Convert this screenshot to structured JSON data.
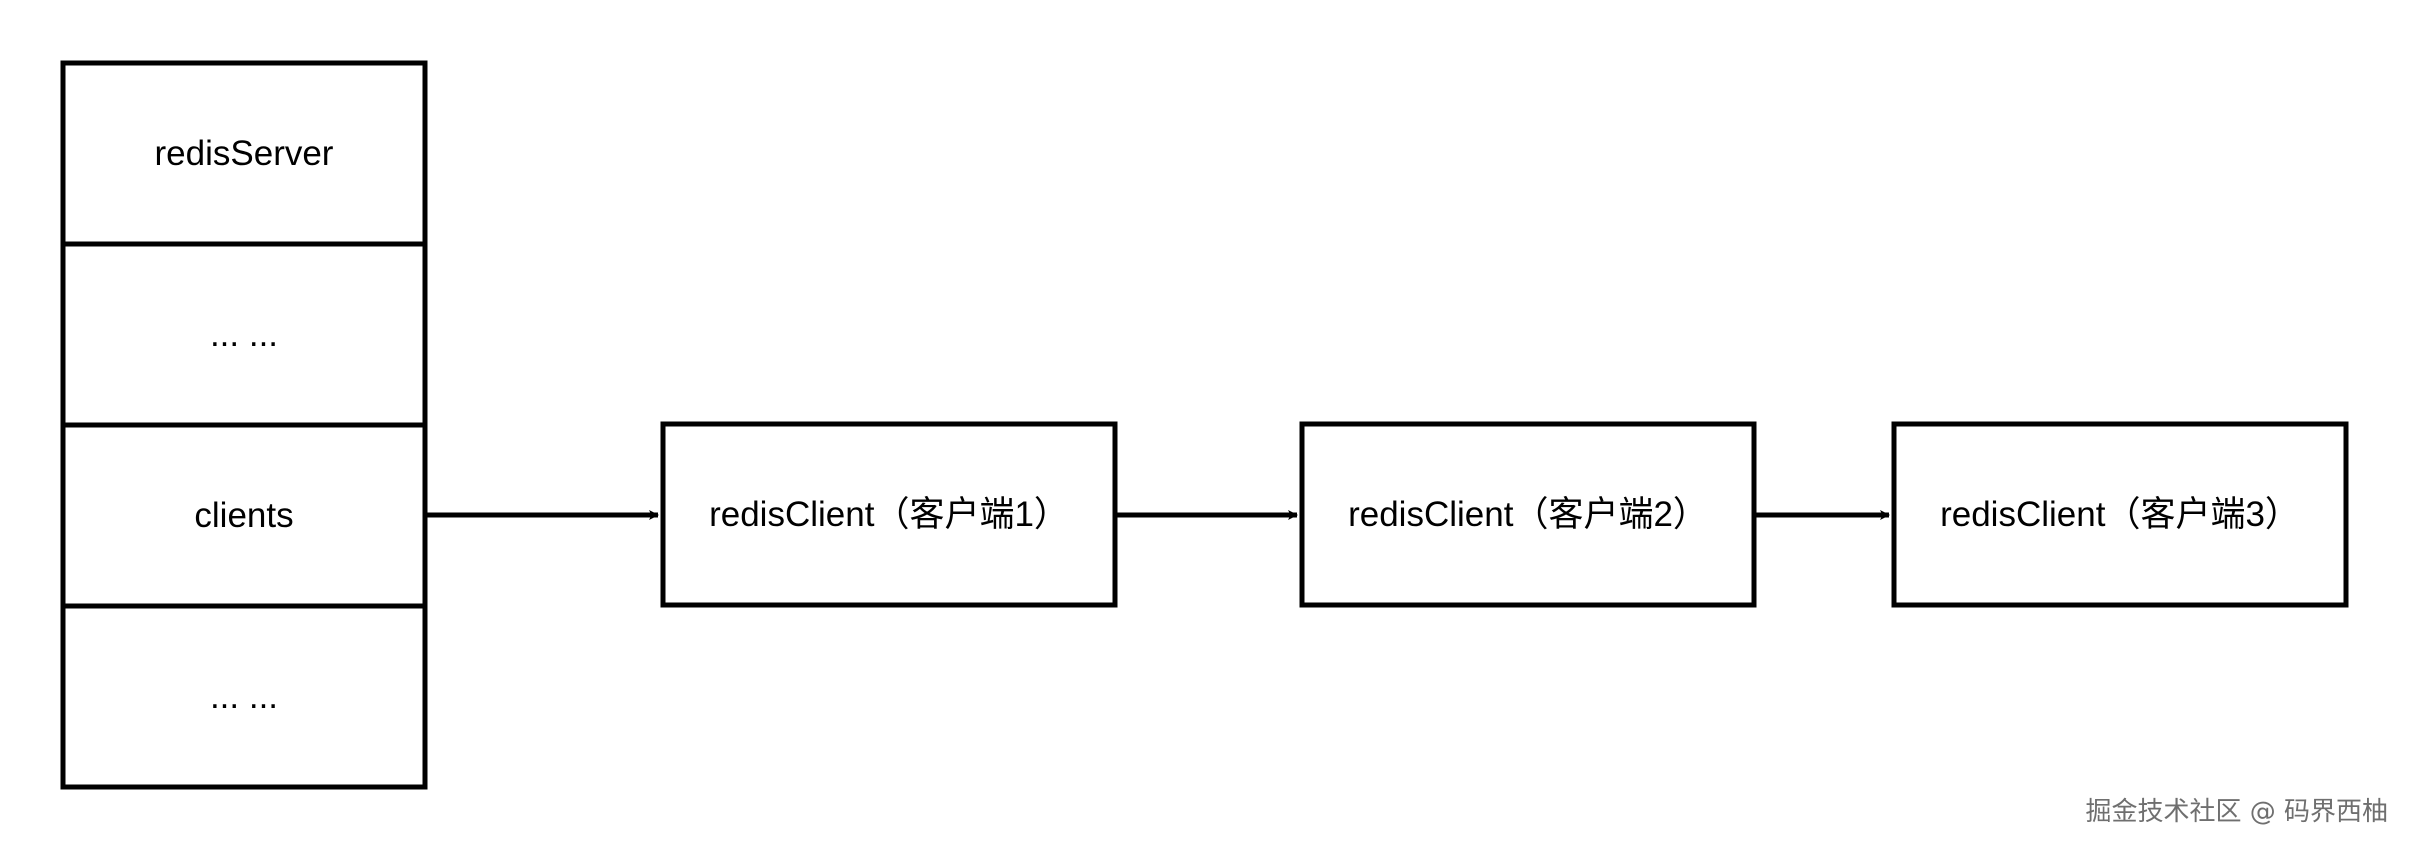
{
  "server_stack": {
    "cells": [
      {
        "label": "redisServer"
      },
      {
        "label": "... ..."
      },
      {
        "label": "clients"
      },
      {
        "label": "... ..."
      }
    ]
  },
  "client_list": {
    "nodes": [
      {
        "label": "redisClient（客户端1）"
      },
      {
        "label": "redisClient（客户端2）"
      },
      {
        "label": "redisClient（客户端3）"
      }
    ]
  },
  "watermark": "掘金技术社区 @ 码界西柚",
  "colors": {
    "stroke": "#000000",
    "background": "#ffffff",
    "watermark": "#6f6f6f"
  }
}
